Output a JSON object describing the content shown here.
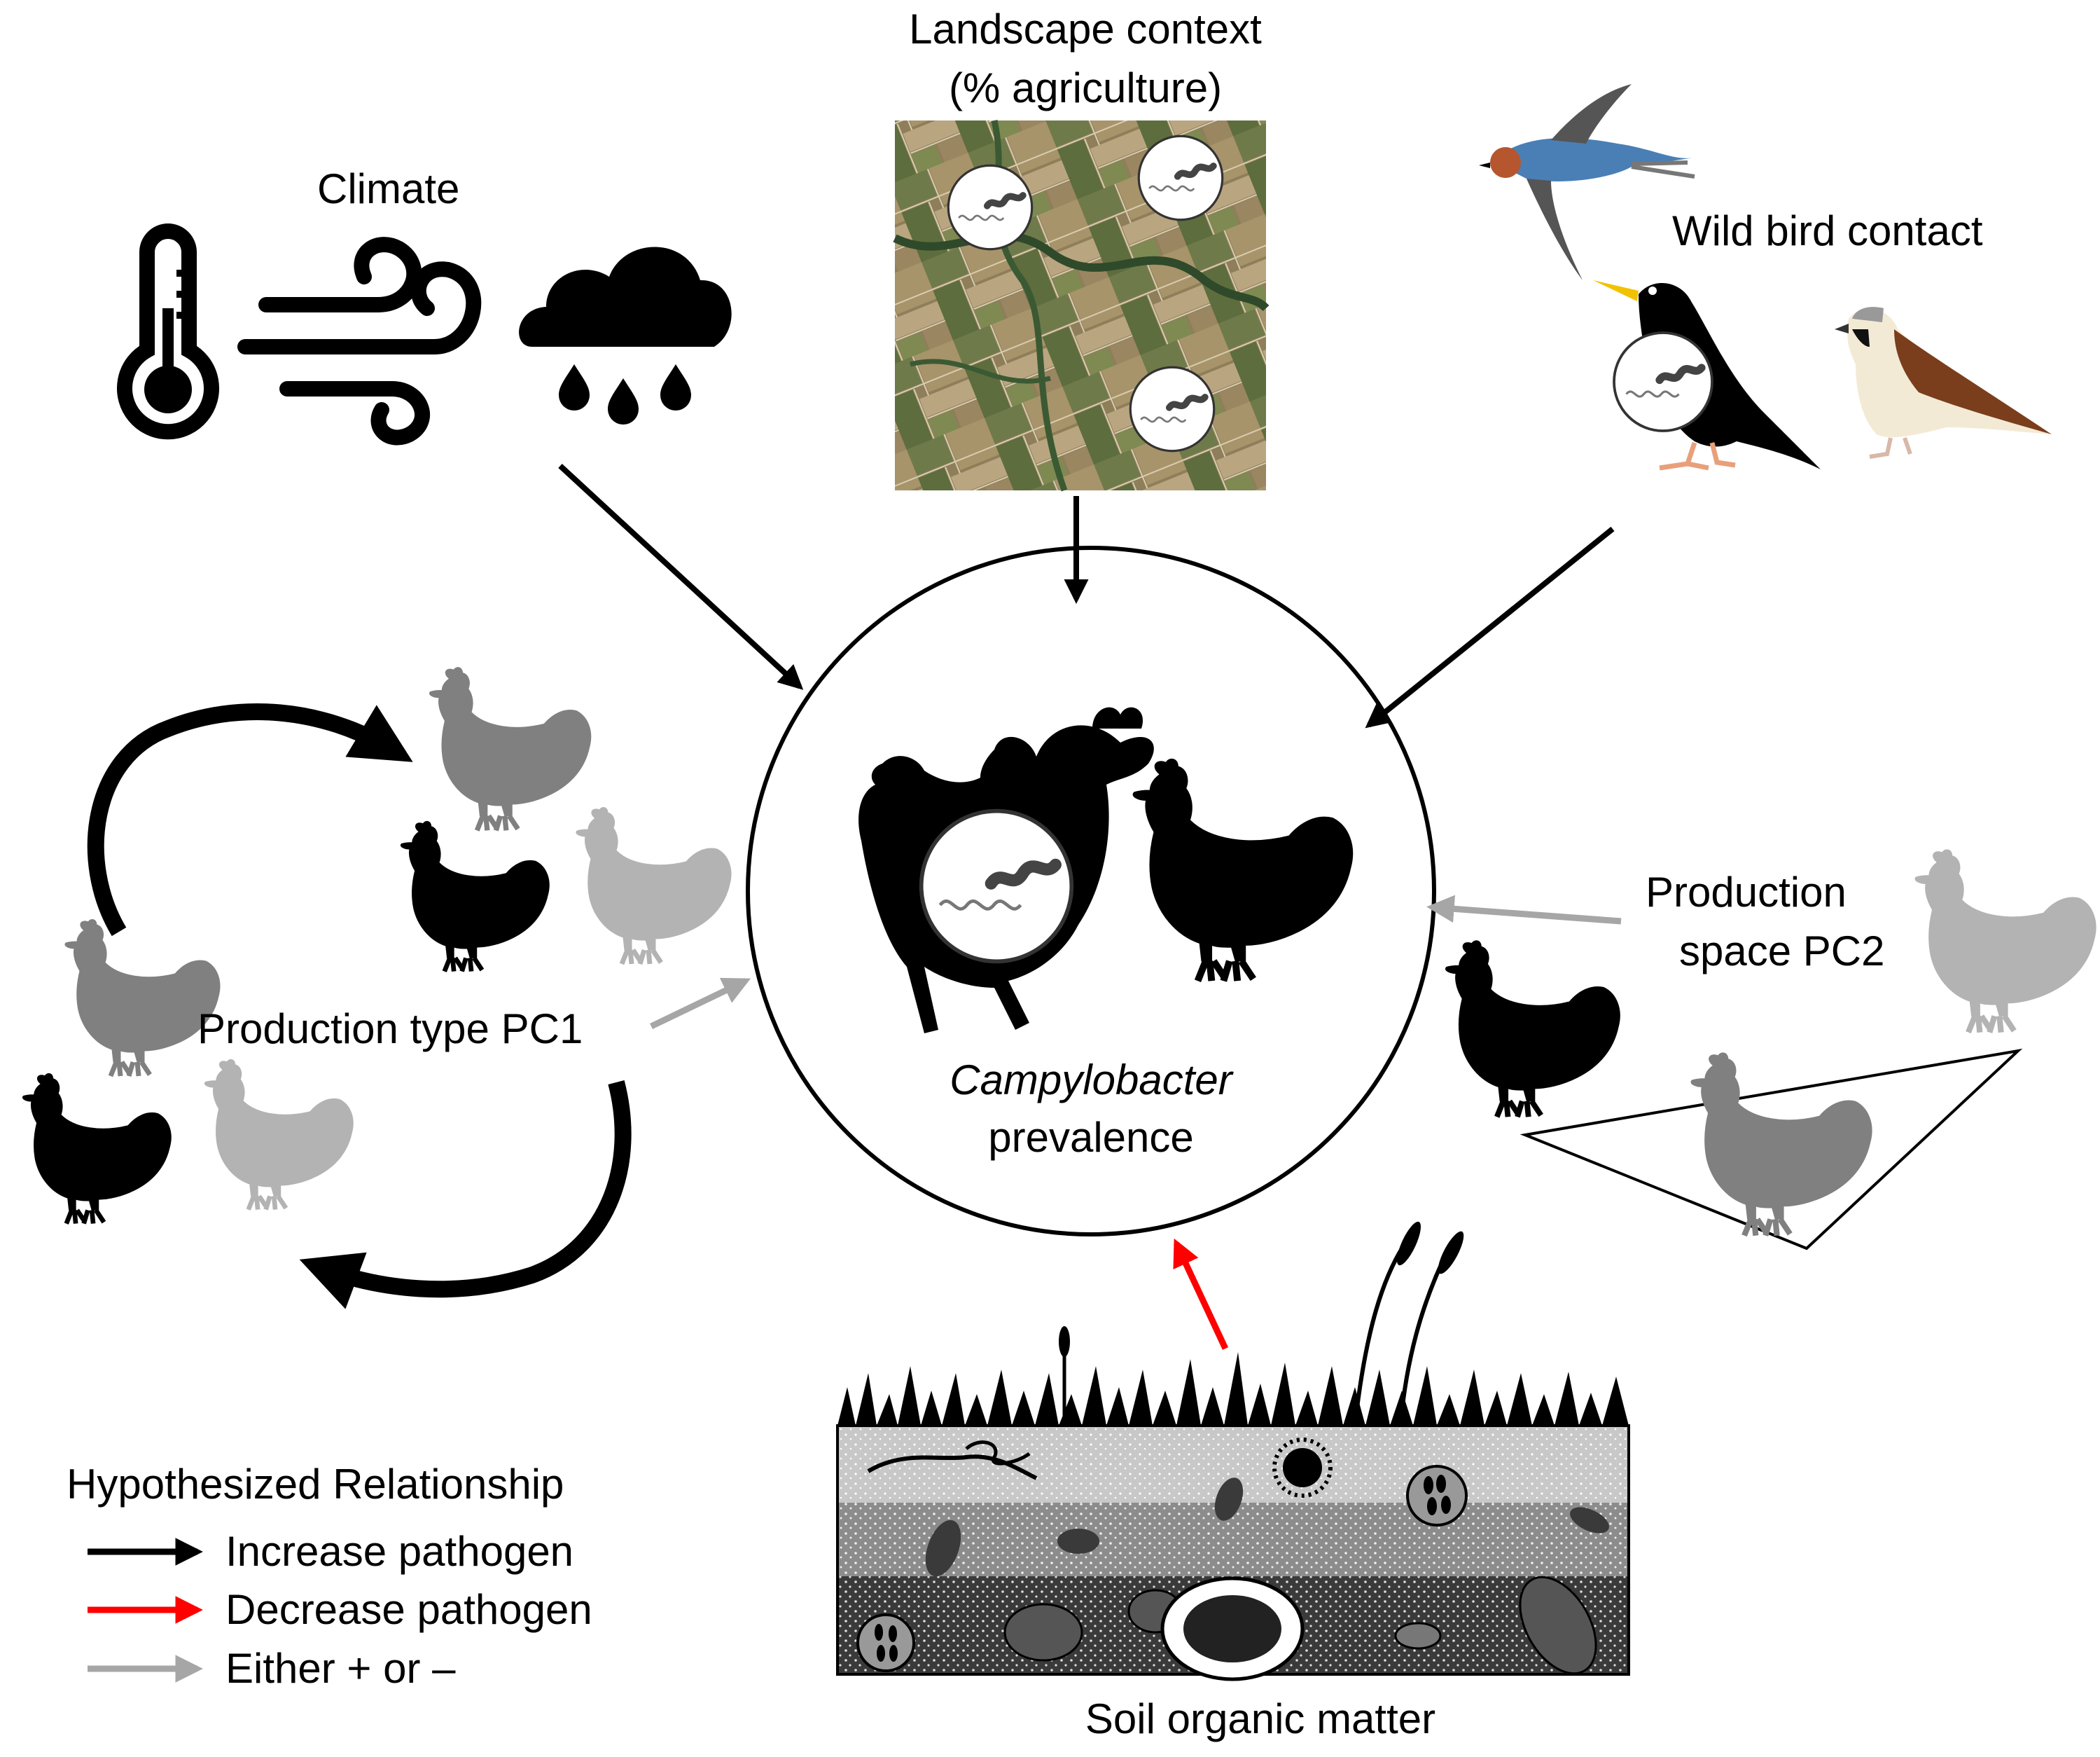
{
  "factors": {
    "climate": "Climate",
    "landscape_line1": "Landscape context",
    "landscape_line2": "(% agriculture)",
    "wild_bird": "Wild bird contact",
    "production_type": "Production type PC1",
    "production_space_line1": "Production",
    "production_space_line2": "space PC2",
    "soil": "Soil organic matter"
  },
  "center": {
    "organism": "Campylobacter",
    "measure": "prevalence"
  },
  "legend": {
    "title": "Hypothesized Relationship",
    "items": [
      {
        "label": "Increase pathogen",
        "color": "#000000"
      },
      {
        "label": "Decrease pathogen",
        "color": "#ff0000"
      },
      {
        "label": "Either + or –",
        "color": "#a6a6a6"
      }
    ]
  },
  "colors": {
    "increase": "#000000",
    "decrease": "#ff0000",
    "either": "#a6a6a6",
    "hen_dark": "#000000",
    "hen_mid": "#808080",
    "hen_light": "#b3b3b3",
    "swallow_back": "#4a7fb5",
    "swallow_throat": "#b5562f",
    "sparrow_wing": "#7a3e1c",
    "landscape_green": "#4e6b3a",
    "landscape_tan": "#b59a72"
  },
  "icons": [
    "thermometer-icon",
    "wind-icon",
    "rain-cloud-icon",
    "bacteria-icon",
    "hen-icon",
    "rooster-icon",
    "swallow-icon",
    "blackbird-icon",
    "sparrow-icon",
    "soil-profile-icon"
  ]
}
